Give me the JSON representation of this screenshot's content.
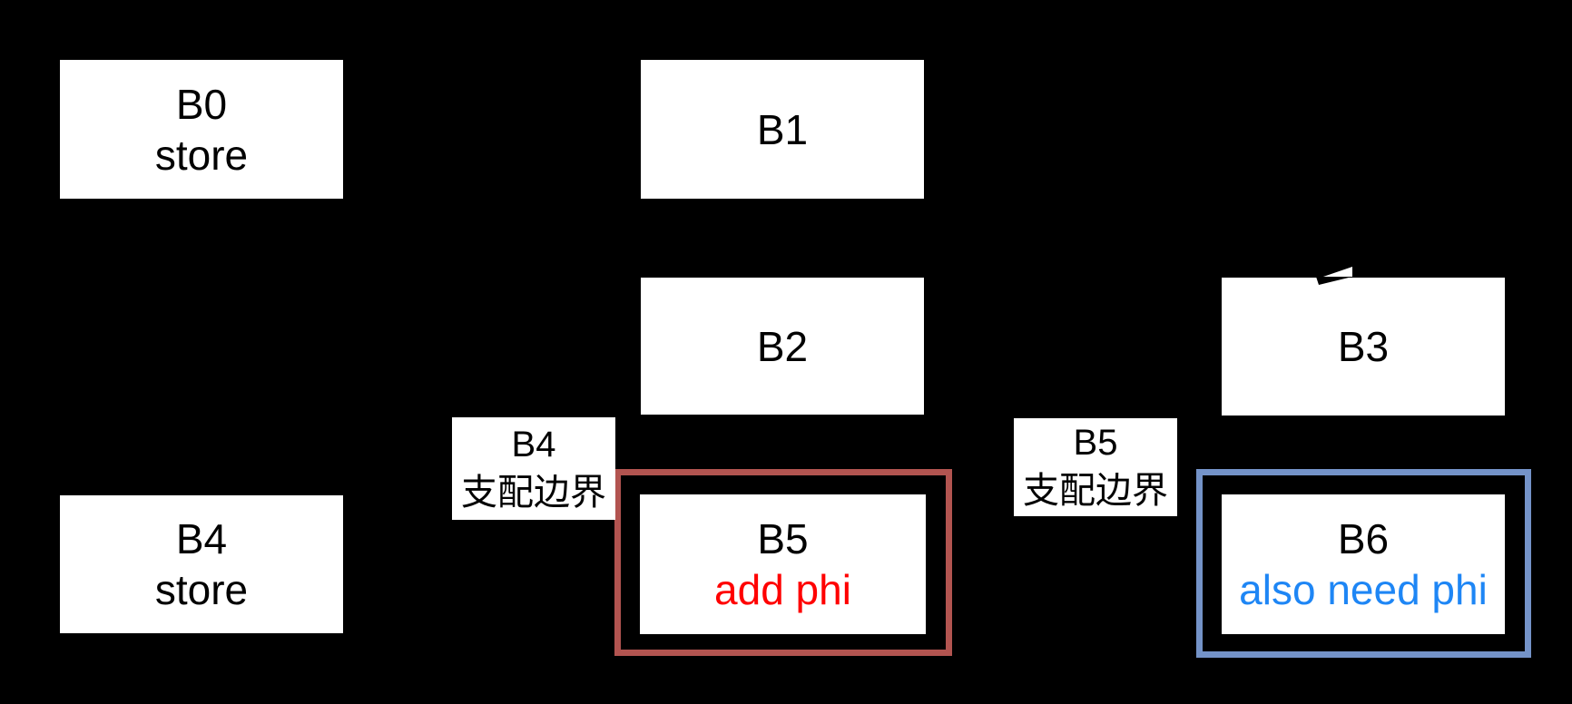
{
  "colors": {
    "background": "#000000",
    "node_fill": "#ffffff",
    "node_text": "#000000",
    "red_outline": "#b25450",
    "blue_outline": "#7493c8",
    "add_phi_text": "#ff0000",
    "also_need_phi_text": "#1e86f5"
  },
  "nodes": {
    "b0": {
      "label": "B0",
      "sublabel": "store"
    },
    "b1": {
      "label": "B1"
    },
    "b2": {
      "label": "B2"
    },
    "b3": {
      "label": "B3"
    },
    "b4": {
      "label": "B4",
      "sublabel": "store"
    },
    "b5": {
      "label": "B5",
      "sublabel": "add phi"
    },
    "b6": {
      "label": "B6",
      "sublabel": "also need phi"
    }
  },
  "frontier_labels": {
    "b4": {
      "line1": "B4",
      "line2": "支配边界"
    },
    "b5": {
      "line1": "B5",
      "line2": "支配边界"
    }
  }
}
